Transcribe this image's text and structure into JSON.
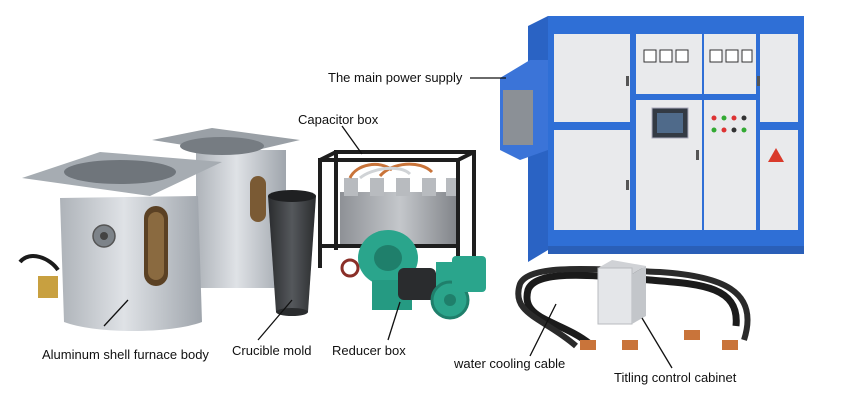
{
  "labels": {
    "main_power_supply": "The main power supply",
    "capacitor_box": "Capacitor box",
    "aluminum_shell_furnace_body": "Aluminum shell furnace body",
    "crucible_mold": "Crucible mold",
    "reducer_box": "Reducer box",
    "water_cooling_cable": "water cooling cable",
    "titling_control_cabinet": "Titling control cabinet"
  },
  "colors": {
    "cabinet_frame": "#2f6fd6",
    "cabinet_panel": "#e9eaec",
    "furnace_shell": "#c9cdd2",
    "crucible": "#3a3c3f",
    "reducer": "#2aa58c",
    "capacitor_frame": "#1e1e1e",
    "cable": "#1b1b1b",
    "copper": "#c9743a",
    "warning": "#d93a2b"
  },
  "icons": [
    "warning-triangle-icon"
  ]
}
